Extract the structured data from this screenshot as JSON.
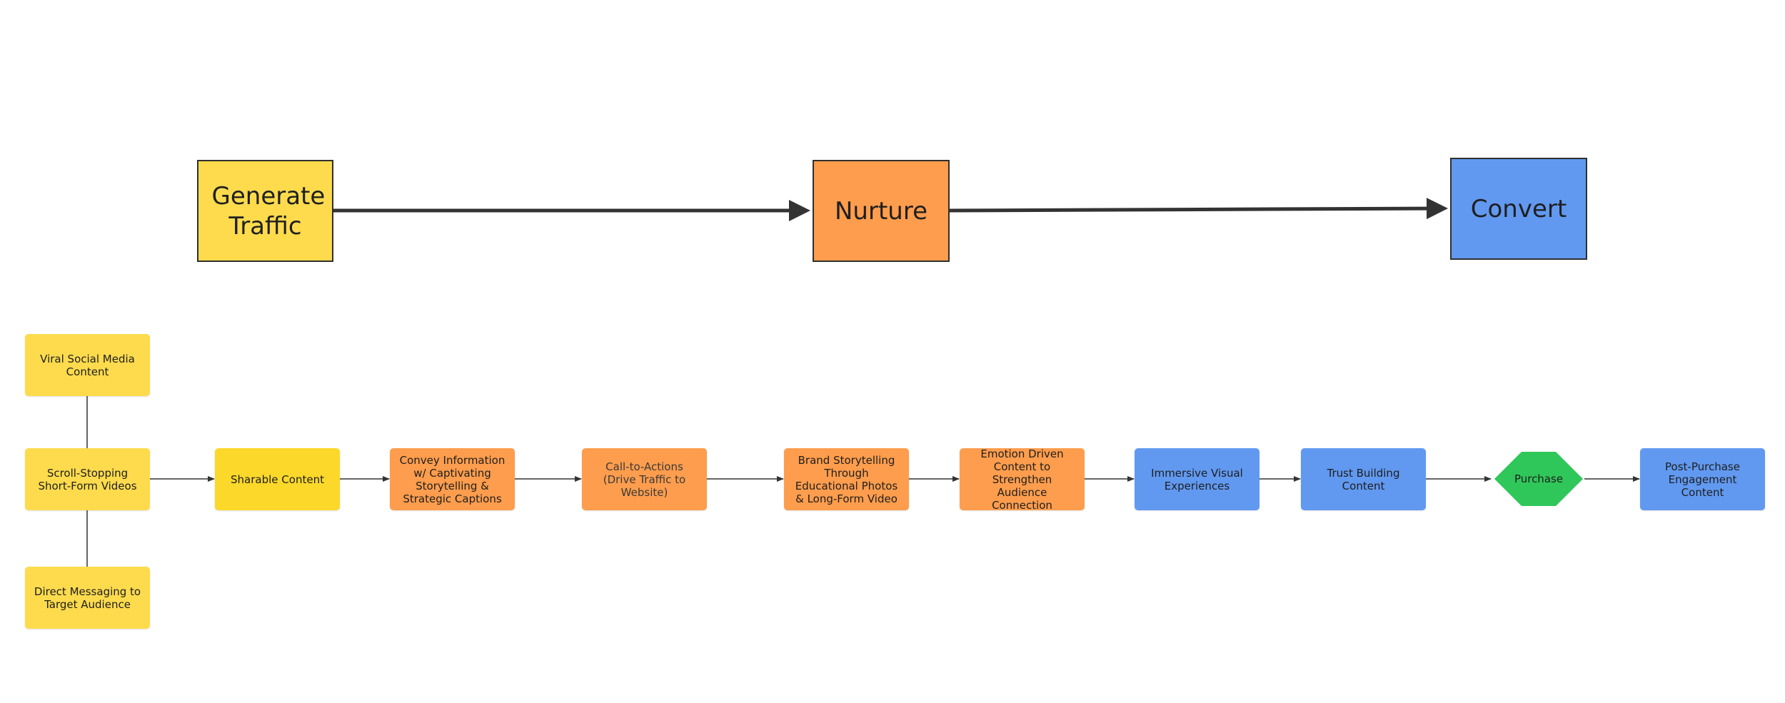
{
  "stages": {
    "generate_traffic": "Generate Traffic",
    "nurture": "Nurture",
    "convert": "Convert"
  },
  "nodes": {
    "viral_social": "Viral Social Media Content",
    "scroll_stopping": "Scroll-Stopping Short-Form Videos",
    "direct_messaging": "Direct Messaging to Target Audience",
    "sharable": "Sharable Content",
    "convey_info": "Convey Information w/ Captivating Storytelling & Strategic Captions",
    "cta": "Call-to-Actions (Drive Traffic to Website)",
    "brand_story": "Brand Storytelling Through Educational Photos & Long-Form Video",
    "emotion": "Emotion Driven Content to Strengthen Audience Connection",
    "immersive": "Immersive Visual Experiences",
    "trust": "Trust Building Content",
    "purchase": "Purchase",
    "post_purchase": "Post-Purchase Engagement Content"
  },
  "colors": {
    "generate_traffic": "#fddb4d",
    "nurture": "#fe9d4d",
    "convert": "#6199f0",
    "purchase": "#30c75a",
    "connector": "#333333"
  }
}
